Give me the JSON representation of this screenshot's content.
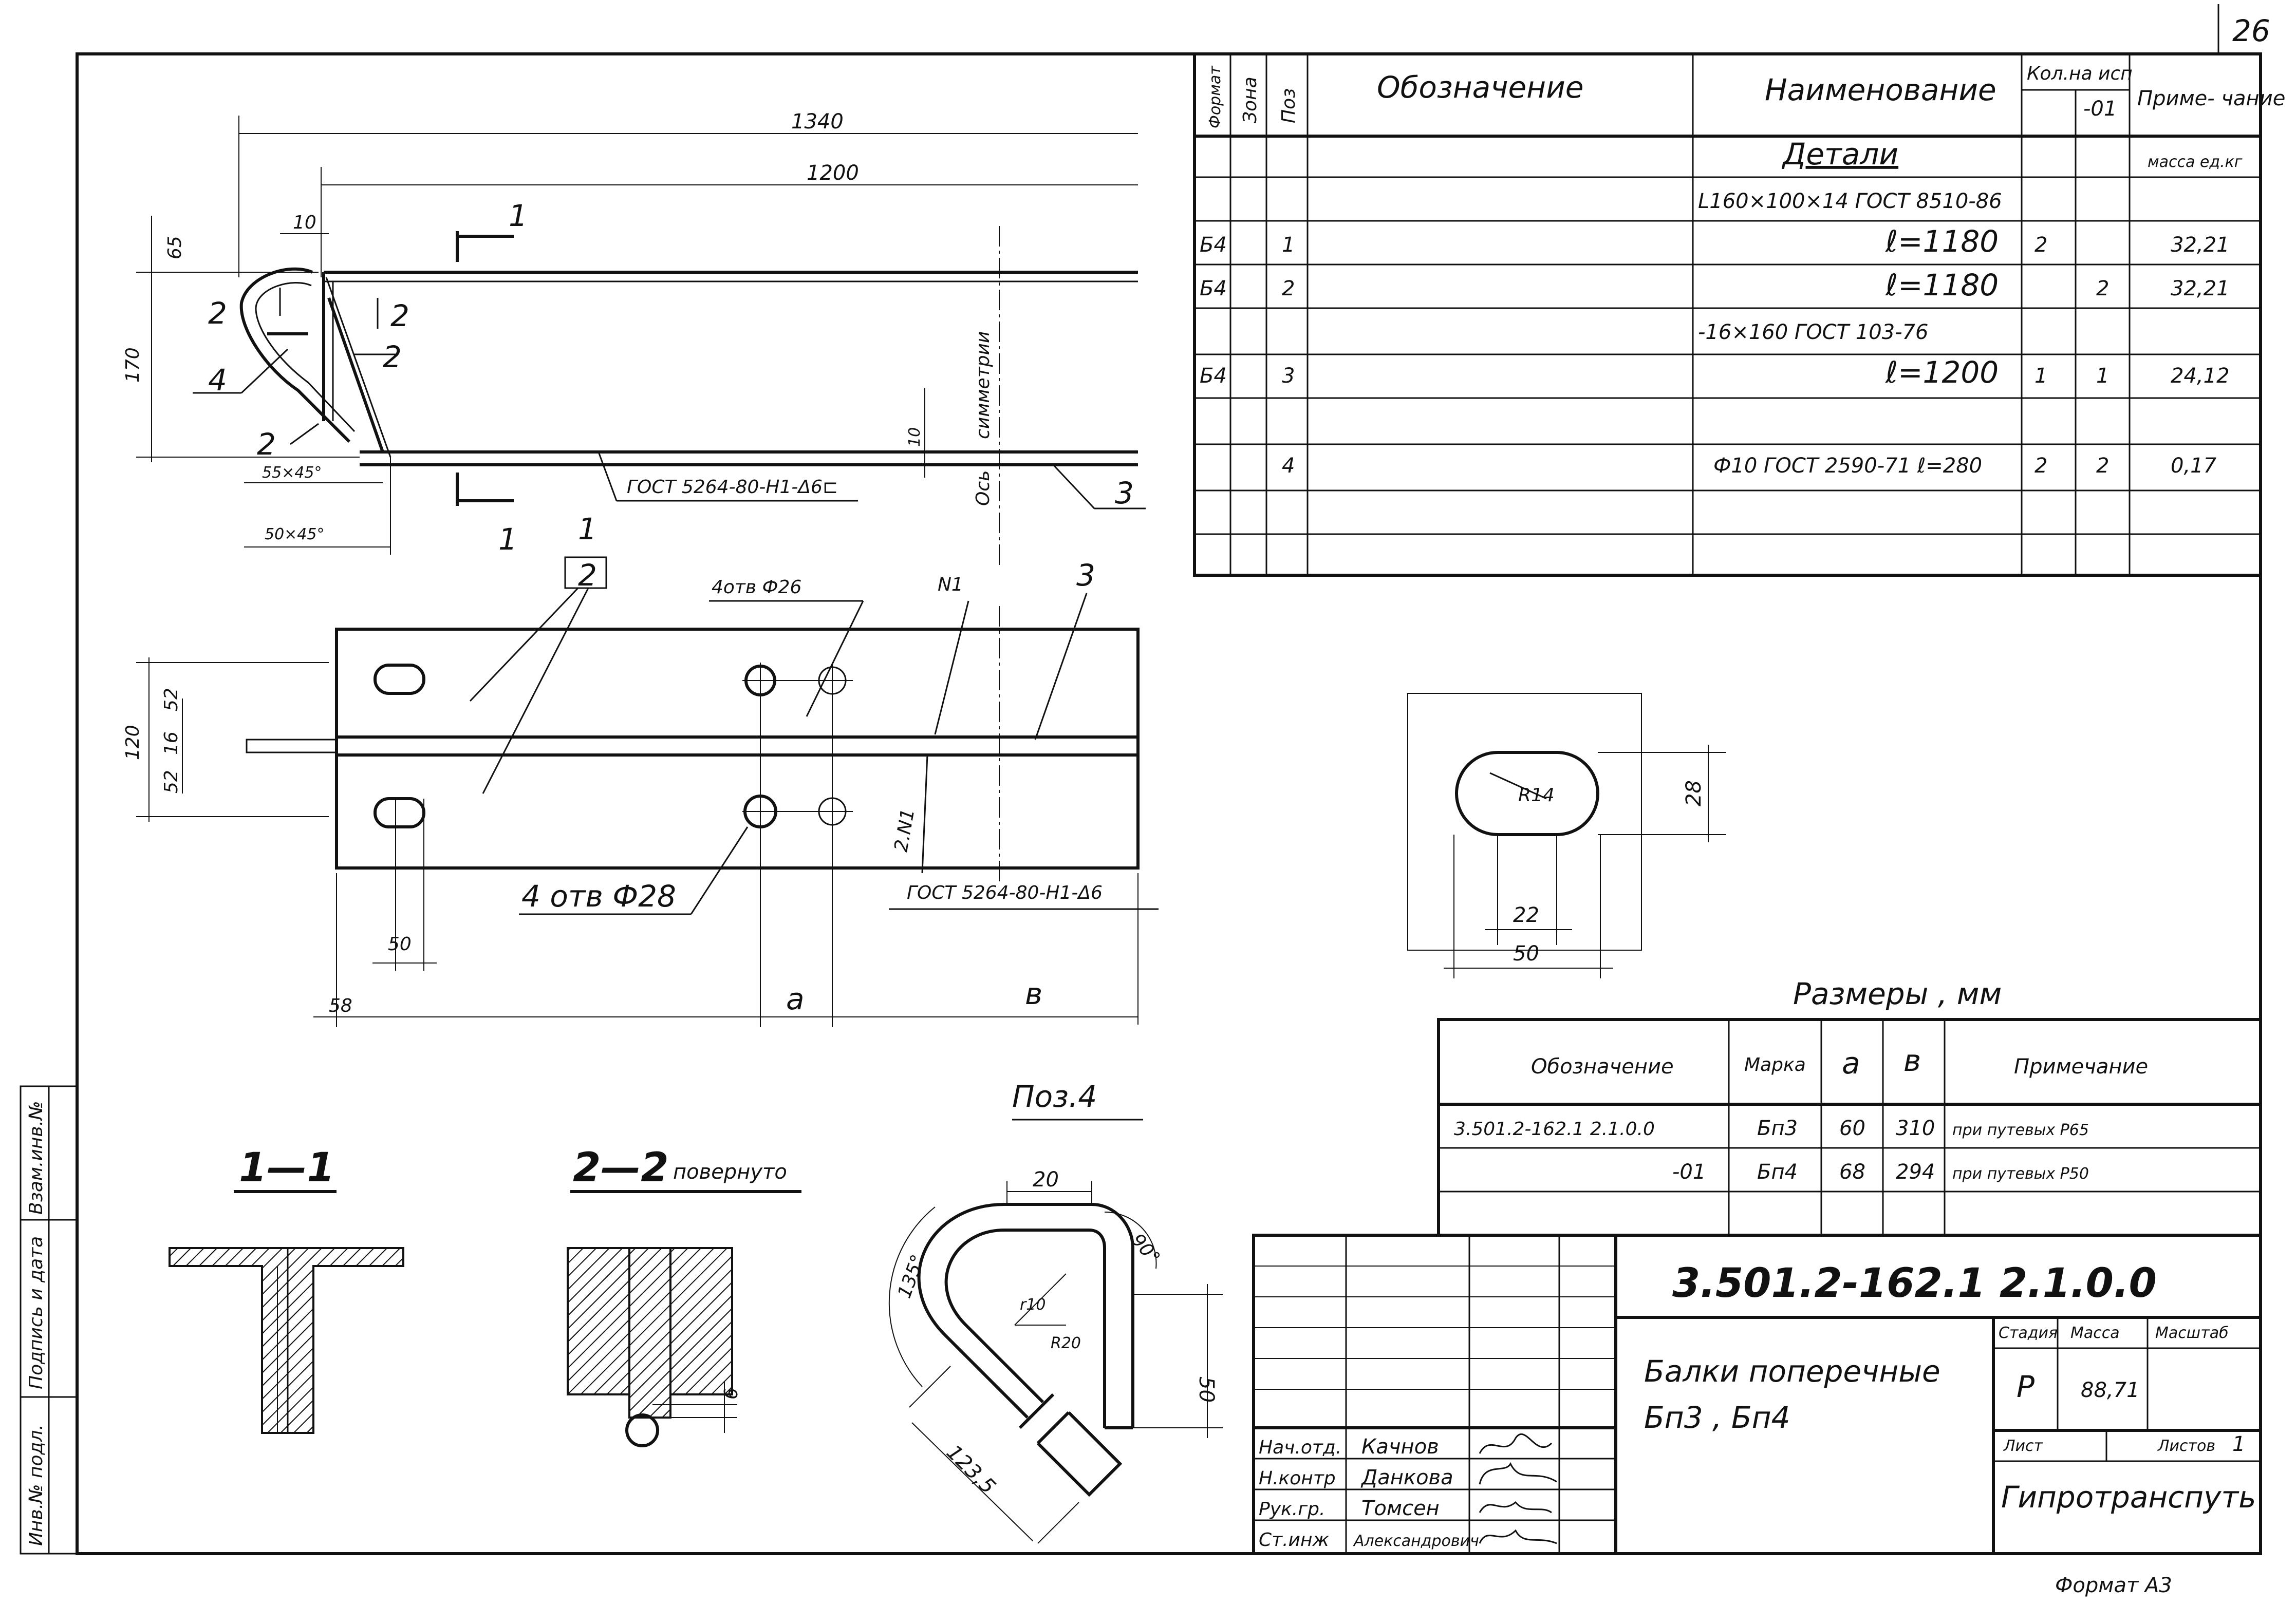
{
  "sheet_number": "26",
  "format_label": "Формат А3",
  "spec_table": {
    "headers": {
      "format": "Формат",
      "zone": "Зона",
      "pos": "Поз",
      "designation": "Обозначение",
      "name": "Наименование",
      "qty": "Кол.на исп",
      "qty_base": "",
      "qty_01": "-01",
      "note": "Приме- чание"
    },
    "section_title": "Детали",
    "mass_note": "масса ед.кг",
    "rows": [
      {
        "format": "",
        "pos": "",
        "name": "L160×100×14 ГОСТ 8510-86",
        "q1": "",
        "q2": "",
        "note": ""
      },
      {
        "format": "Б4",
        "pos": "1",
        "name": "ℓ=1180",
        "q1": "2",
        "q2": "",
        "note": "32,21"
      },
      {
        "format": "Б4",
        "pos": "2",
        "name": "ℓ=1180",
        "q1": "",
        "q2": "2",
        "note": "32,21"
      },
      {
        "format": "",
        "pos": "",
        "name": "-16×160 ГОСТ 103-76",
        "q1": "",
        "q2": "",
        "note": ""
      },
      {
        "format": "Б4",
        "pos": "3",
        "name": "ℓ=1200",
        "q1": "1",
        "q2": "1",
        "note": "24,12"
      },
      {
        "format": "",
        "pos": "",
        "name": "",
        "q1": "",
        "q2": "",
        "note": ""
      },
      {
        "format": "",
        "pos": "4",
        "name": "Ф10 ГОСТ 2590-71 ℓ=280",
        "q1": "2",
        "q2": "2",
        "note": "0,17"
      },
      {
        "format": "",
        "pos": "",
        "name": "",
        "q1": "",
        "q2": "",
        "note": ""
      }
    ]
  },
  "sizes_table": {
    "caption": "Размеры , мм",
    "headers": {
      "designation": "Обозначение",
      "mark": "Марка",
      "a": "а",
      "b": "в",
      "note": "Примечание"
    },
    "rows": [
      {
        "designation": "3.501.2-162.1  2.1.0.0",
        "mark": "Бп3",
        "a": "60",
        "b": "310",
        "note": "при путевых Р65"
      },
      {
        "designation": "-01",
        "mark": "Бп4",
        "a": "68",
        "b": "294",
        "note": "при путевых Р50"
      }
    ]
  },
  "title_block": {
    "code": "3.501.2-162.1  2.1.0.0",
    "name_line1": "Балки поперечные",
    "name_line2": "Бп3 , Бп4",
    "stage_label": "Стадия",
    "mass_label": "Масса",
    "scale_label": "Масштаб",
    "stage": "Р",
    "mass": "88,71",
    "sheet_label": "Лист",
    "sheets_label": "Листов",
    "sheets_value": "1",
    "organization": "Гипротранспуть",
    "people": [
      {
        "role": "Нач.отд.",
        "name": "Качнов"
      },
      {
        "role": "Н.контр",
        "name": "Данкова"
      },
      {
        "role": "Рук.гр.",
        "name": "Томсен"
      },
      {
        "role": "Ст.инж",
        "name": "Александрович"
      }
    ]
  },
  "side_stamp": {
    "inv_orig": "Инв.№ подл.",
    "sign_date": "Подпись и дата",
    "replace_inv": "Взам.инв.№"
  },
  "drawing": {
    "top_view": {
      "dim_1340": "1340",
      "dim_1200": "1200",
      "dim_10": "10",
      "dim_65": "65",
      "dim_170": "170",
      "dim_10b": "10",
      "chamfer_55": "55×45°",
      "chamfer_50": "50×45°",
      "weld_note": "ГОСТ 5264-80-Н1-Δ6⊏",
      "symmetry": "симметрии",
      "axis": "Ось",
      "callout_2a": "2",
      "callout_2b": "2",
      "callout_2c": "2",
      "callout_2d": "2",
      "callout_4": "4",
      "callout_3": "3",
      "section_1": "1"
    },
    "plan_view": {
      "holes_26": "4отв Ф26",
      "holes_28": "4 отв Ф28",
      "dim_120": "120",
      "dim_52a": "52",
      "dim_16": "16",
      "dim_52b": "52",
      "dim_50": "50",
      "dim_58": "58",
      "dim_a": "а",
      "dim_b": "в",
      "callout_1": "1",
      "callout_2": "2",
      "callout_3": "3",
      "weld_n1": "N1",
      "weld_2n1": "2.N1",
      "weld_note": "ГОСТ 5264-80-Н1-Δ6"
    },
    "slot_detail": {
      "radius": "R14",
      "dim_28": "28",
      "dim_22": "22",
      "dim_50": "50"
    },
    "section_11": "1—1",
    "section_22": "2—2",
    "section_22_note": "повернуто",
    "section_22_dim": "6",
    "pos4": {
      "title": "Поз.4",
      "dim_20": "20",
      "dim_90": "90°",
      "dim_135": "135°",
      "dim_r10": "r10",
      "dim_r20": "R20",
      "dim_50": "50",
      "dim_123": "123,5"
    }
  }
}
